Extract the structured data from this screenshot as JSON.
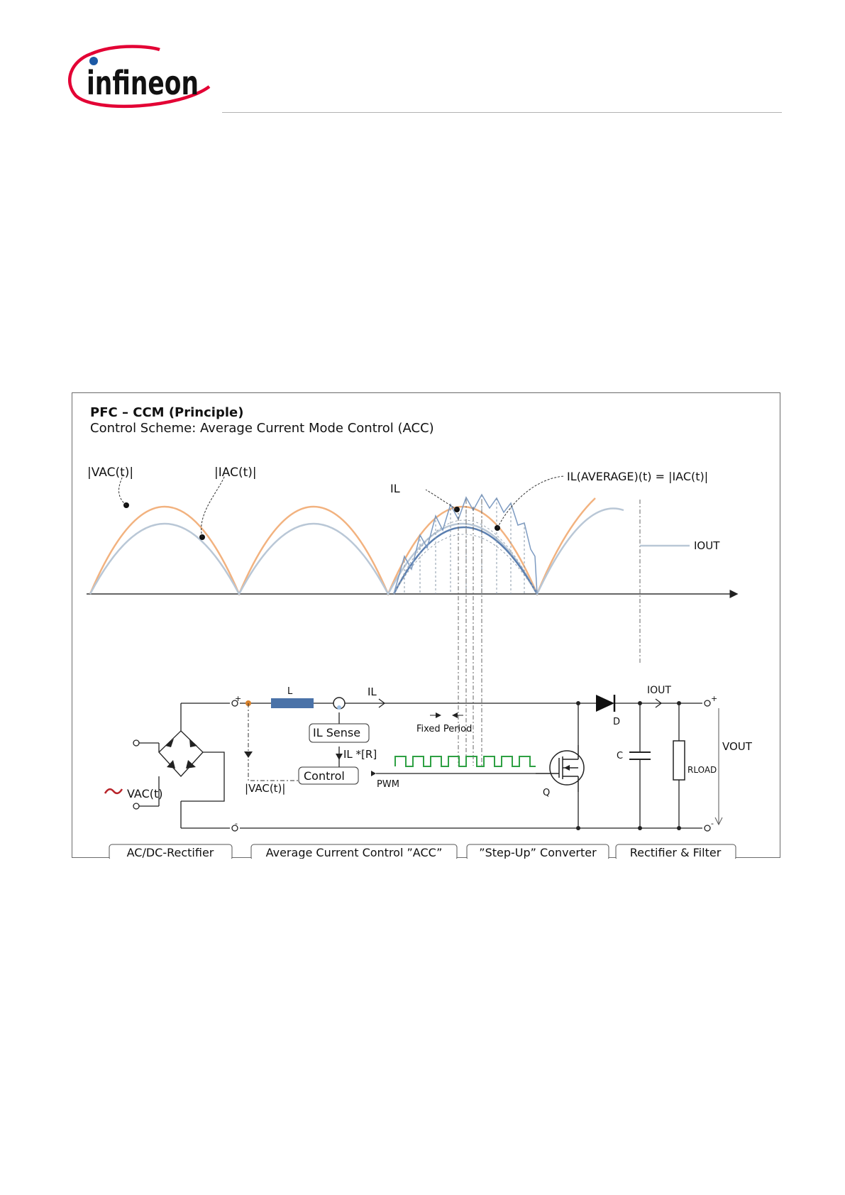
{
  "brand": {
    "name": "infineon",
    "colors": {
      "blue": "#1d5aa6",
      "red": "#e30034"
    }
  },
  "figure": {
    "title": "PFC – CCM (Principle)",
    "subtitle": "Control Scheme: Average Current Mode Control (ACC)",
    "waveform_labels": {
      "vac": "|VAC(t)|",
      "iac": "|IAC(t)|",
      "il": "IL",
      "il_average": "IL(AVERAGE)(t) = |IAC(t)|",
      "iout": "IOUT"
    },
    "circuit_labels": {
      "inductor": "L",
      "il_arrow": "IL",
      "il_sense": "IL Sense",
      "il_times_r": "IL *[R]",
      "control": "Control",
      "pwm": "PWM",
      "vac_rect": "|VAC(t)|",
      "vac_source": "VAC(t)",
      "fixed_period": "Fixed Period",
      "switch": "Q",
      "diode": "D",
      "capacitor": "C",
      "load": "RLOAD",
      "iout": "IOUT",
      "vout": "VOUT",
      "plus": "+",
      "minus": "-"
    },
    "sections": [
      "AC/DC-Rectifier",
      "Average Current Control ”ACC”",
      "”Step-Up” Converter",
      "Rectifier & Filter"
    ],
    "colors": {
      "voltage": "#f2b27f",
      "current": "#b9c7d6",
      "inductor_current": "#5b7fb0",
      "pwm": "#2ea043",
      "inductor_body": "#4a72a8",
      "node_orange": "#d9822b",
      "source": "#b8242a"
    }
  }
}
